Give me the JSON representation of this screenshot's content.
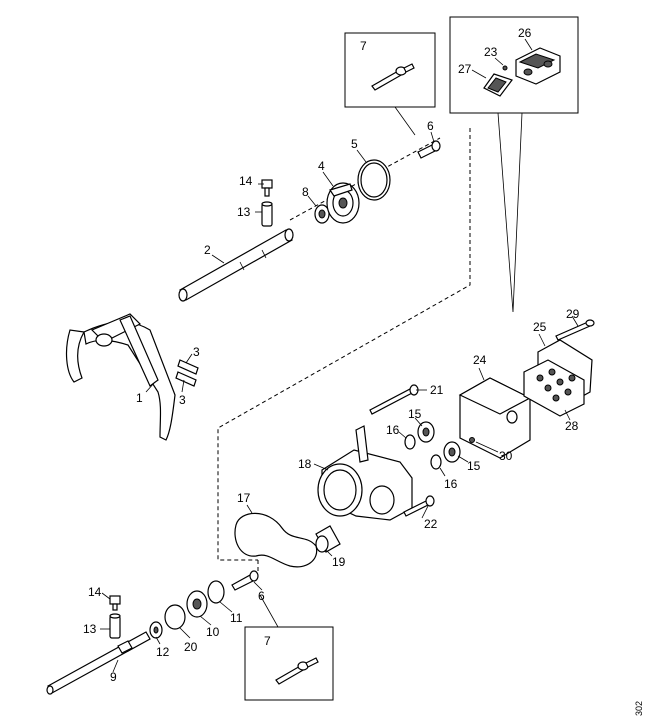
{
  "diagram": {
    "labels": {
      "p1": "1",
      "p2": "2",
      "p3a": "3",
      "p3b": "3",
      "p4": "4",
      "p5": "5",
      "p6a": "6",
      "p6b": "6",
      "p7a": "7",
      "p7b": "7",
      "p8": "8",
      "p9": "9",
      "p10": "10",
      "p11": "11",
      "p12": "12",
      "p13a": "13",
      "p13b": "13",
      "p14a": "14",
      "p14b": "14",
      "p15a": "15",
      "p15b": "15",
      "p16a": "16",
      "p16b": "16",
      "p17": "17",
      "p18": "18",
      "p19": "19",
      "p20": "20",
      "p21": "21",
      "p22": "22",
      "p23": "23",
      "p24": "24",
      "p25": "25",
      "p26": "26",
      "p27": "27",
      "p28": "28",
      "p29": "29",
      "p30": "30"
    },
    "reference": "302"
  }
}
